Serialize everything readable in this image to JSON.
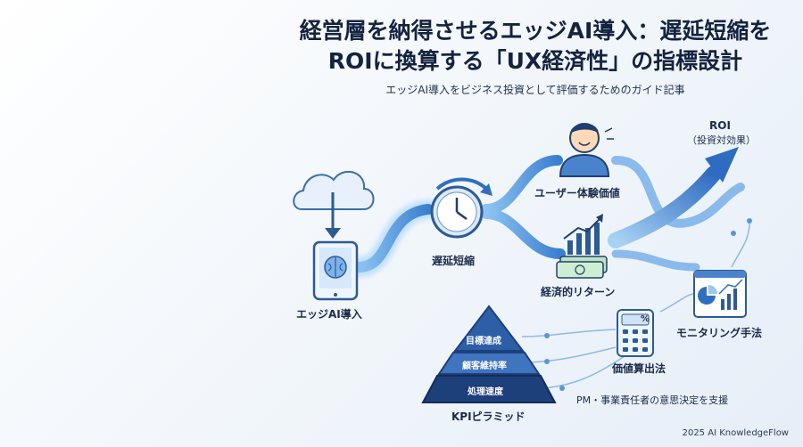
{
  "title_line1": "経営層を納得させるエッジAI導入：遅延短縮を",
  "title_line2": "ROIに換算する「UX経済性」の指標設計",
  "subtitle": "エッジAI導入をビジネス投資として評価するためのガイド記事",
  "nodes": {
    "edge_ai": "エッジAI導入",
    "latency": "遅延短縮",
    "ux_value": "ユーザー体験価値",
    "economic_return": "経済的リターン",
    "roi": "ROI",
    "roi_sub": "（投資対効果）",
    "monitoring": "モニタリング手法",
    "valuation": "価値算出法",
    "kpi_pyramid": "KPIピラミッド"
  },
  "pyramid_levels": [
    "目標達成",
    "顧客維持率",
    "処理速度"
  ],
  "calculator_key": "%",
  "support_text": "PM・事業責任者の意思決定を支援",
  "footer": "2025 AI KnowledgeFlow",
  "colors": {
    "primary": "#2f6fc0",
    "dark": "#1d3f7a",
    "light": "#9cc7f0"
  }
}
